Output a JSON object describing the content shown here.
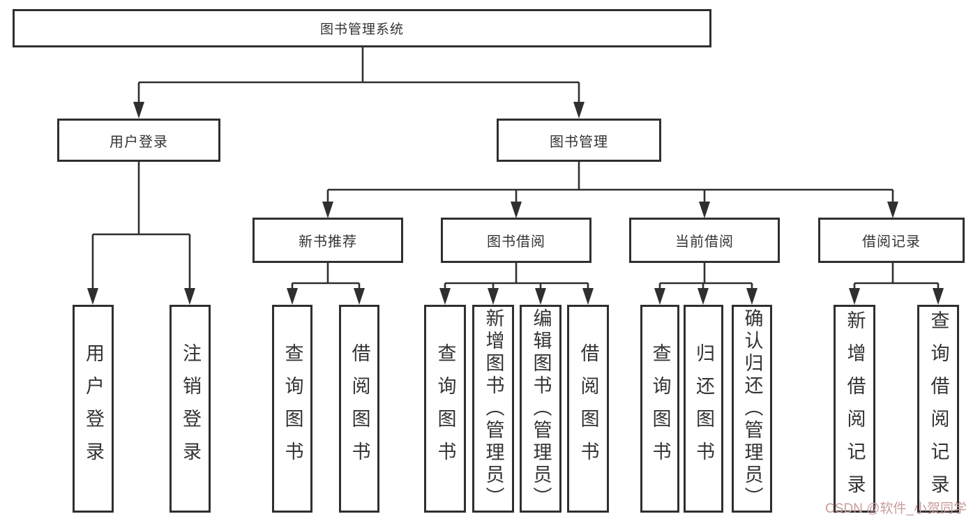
{
  "tree": {
    "label": "图书管理系统",
    "children": [
      {
        "label": "用户登录",
        "children": [
          {
            "label": "用户登录"
          },
          {
            "label": "注销登录"
          }
        ]
      },
      {
        "label": "图书管理",
        "children": [
          {
            "label": "新书推荐",
            "children": [
              {
                "label": "查询图书"
              },
              {
                "label": "借阅图书"
              }
            ]
          },
          {
            "label": "图书借阅",
            "children": [
              {
                "label": "查询图书"
              },
              {
                "label": "新增图书（管理员）"
              },
              {
                "label": "编辑图书（管理员）"
              },
              {
                "label": "借阅图书"
              }
            ]
          },
          {
            "label": "当前借阅",
            "children": [
              {
                "label": "查询图书"
              },
              {
                "label": "归还图书"
              },
              {
                "label": "确认归还（管理员）"
              }
            ]
          },
          {
            "label": "借阅记录",
            "children": [
              {
                "label": "新增借阅记录"
              },
              {
                "label": "查询借阅记录"
              }
            ]
          }
        ]
      }
    ]
  },
  "watermark": {
    "text": "CSDN @软件_小贺同学",
    "color": "#c99c9c"
  },
  "colors": {
    "line": "#2f2f2f",
    "box_background": "#ffffff",
    "text": "#333333"
  }
}
